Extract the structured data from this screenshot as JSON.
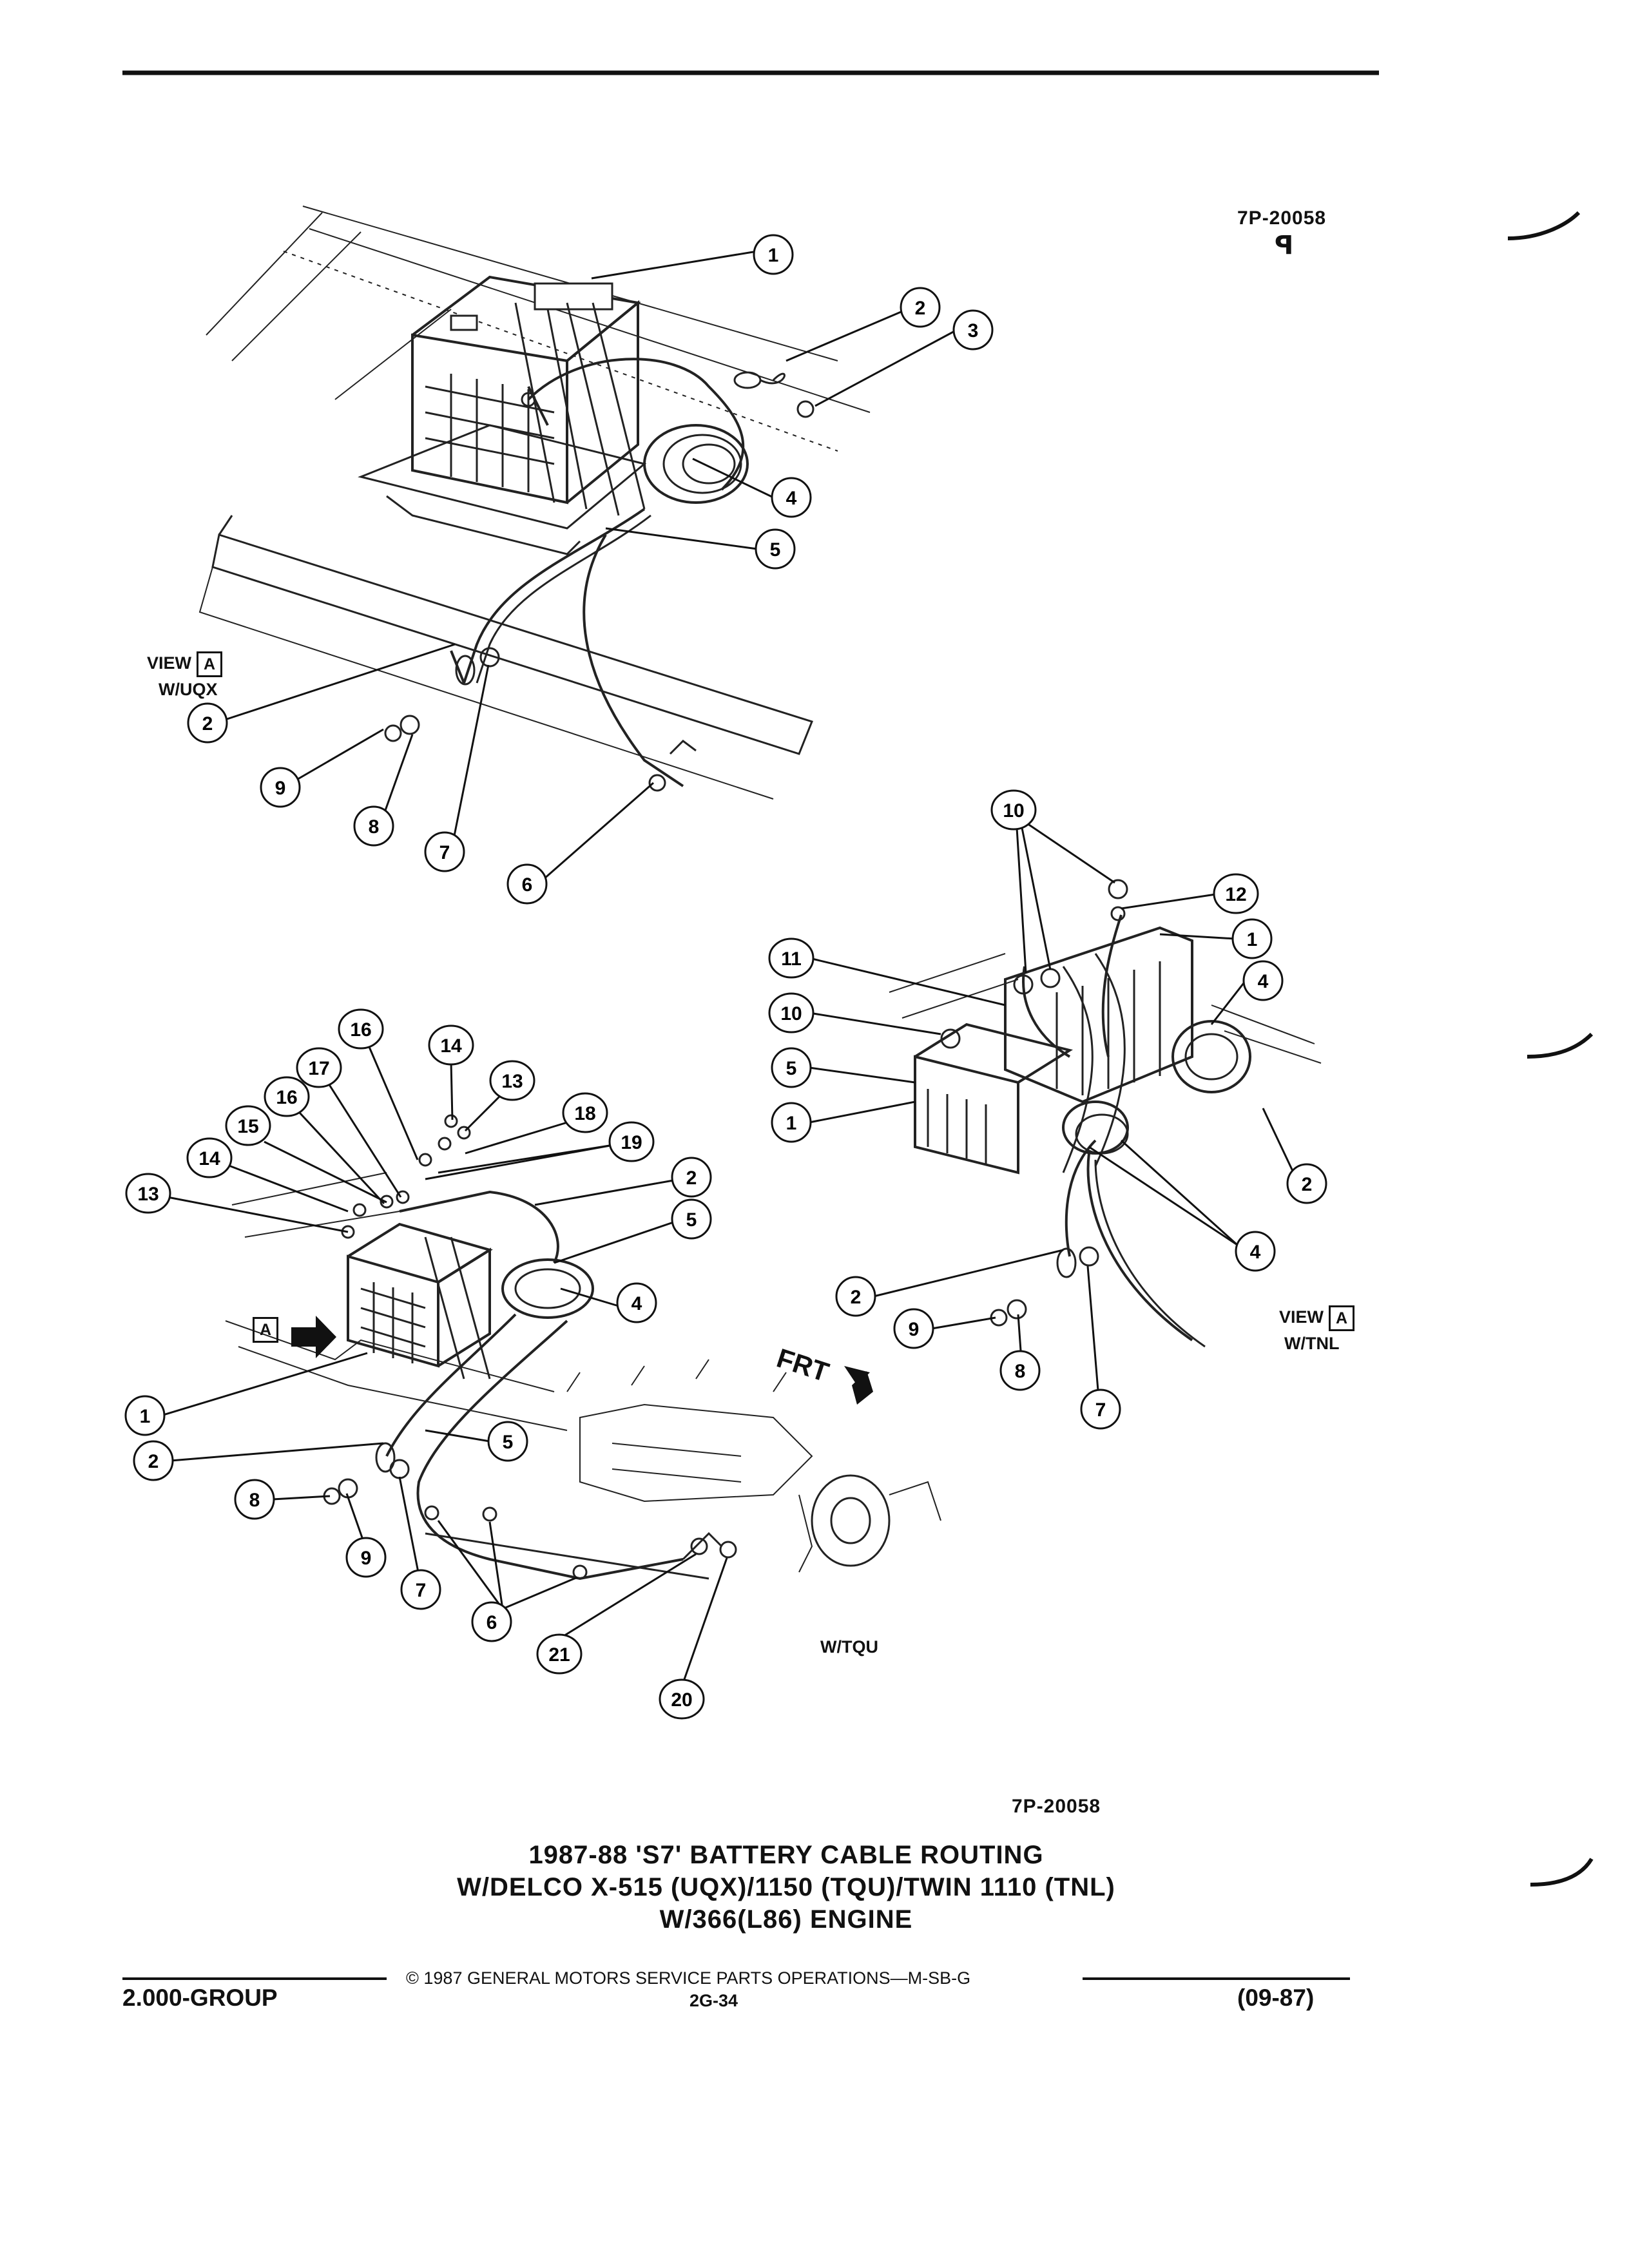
{
  "page": {
    "ref_top": "7P-20058",
    "ref_bottom": "7P-20058",
    "title_lines": [
      "1987-88 'S7' BATTERY CABLE ROUTING",
      "W/DELCO X-515 (UQX)/1150 (TQU)/TWIN 1110 (TNL)",
      "W/366(L86) ENGINE"
    ],
    "copyright": "© 1987 GENERAL MOTORS SERVICE PARTS OPERATIONS—M-SB-G",
    "group": "2.000-GROUP",
    "page_number": "2G-34",
    "date": "(09-87)"
  },
  "views": {
    "uqx": {
      "view": "VIEW",
      "box": "A",
      "variant": "W/UQX"
    },
    "tnl": {
      "view": "VIEW",
      "box": "A",
      "variant": "W/TNL"
    },
    "tqu": {
      "variant": "W/TQU",
      "box": "A",
      "frt": "FRT"
    }
  },
  "callouts": {
    "uqx": [
      "1",
      "2",
      "3",
      "4",
      "5",
      "2",
      "9",
      "8",
      "7",
      "6"
    ],
    "tnl": [
      "10",
      "12",
      "1",
      "11",
      "4",
      "10",
      "5",
      "1",
      "2",
      "4",
      "2",
      "9",
      "8",
      "7"
    ],
    "tqu": [
      "16",
      "14",
      "17",
      "13",
      "16",
      "18",
      "15",
      "19",
      "14",
      "13",
      "2",
      "5",
      "4",
      "1",
      "2",
      "5",
      "8",
      "9",
      "7",
      "6",
      "21",
      "20"
    ]
  }
}
